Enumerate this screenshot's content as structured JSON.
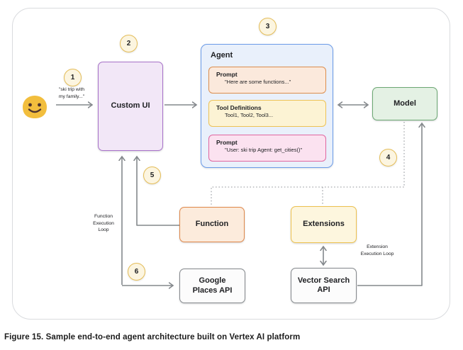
{
  "caption": "Figure 15. Sample end-to-end agent architecture built on Vertex AI platform",
  "diagram": {
    "badges": [
      "1",
      "2",
      "3",
      "4",
      "5",
      "6"
    ],
    "user": {
      "utterance": "\"ski trip with\nmy family...\""
    },
    "custom_ui": {
      "label": "Custom UI"
    },
    "agent": {
      "label": "Agent",
      "items": [
        {
          "title": "Prompt",
          "detail": "\"Here are some functions...\""
        },
        {
          "title": "Tool Definitions",
          "detail": "Tool1, Tool2, Tool3..."
        },
        {
          "title": "Prompt",
          "detail": "\"User: ski trip Agent: get_cities()\""
        }
      ]
    },
    "model": {
      "label": "Model"
    },
    "function": {
      "label": "Function"
    },
    "extensions": {
      "label": "Extensions"
    },
    "google_places_api": {
      "label": "Google Places API"
    },
    "vector_search_api": {
      "label": "Vector Search API"
    },
    "annotations": {
      "function_execution_loop": "Function Execution Loop",
      "extension_execution_loop": "Extension Execution Loop"
    },
    "colors": {
      "custom_ui_fill": "#f2e7f7",
      "custom_ui_border": "#a873c9",
      "agent_fill": "#e9f0fb",
      "agent_border": "#6b9be8",
      "prompt_fill": "#fbe9dc",
      "prompt_border": "#dc8d4c",
      "tool_definitions_fill": "#fcf3d4",
      "tool_definitions_border": "#edc255",
      "prompt_user_fill": "#fbe2f0",
      "prompt_user_border": "#e0669f",
      "model_fill": "#e4f1e4",
      "model_border": "#6ca873",
      "function_fill": "#fcebdc",
      "function_border": "#e0884a",
      "extensions_fill": "#fdf6de",
      "extensions_border": "#edc14e",
      "api_fill": "#fcfcfc",
      "api_border": "#85898d",
      "badge_fill": "#fcf5e0",
      "badge_border": "#e5bd57",
      "arrow": "#84888c",
      "avatar": "#f2be3d"
    }
  }
}
